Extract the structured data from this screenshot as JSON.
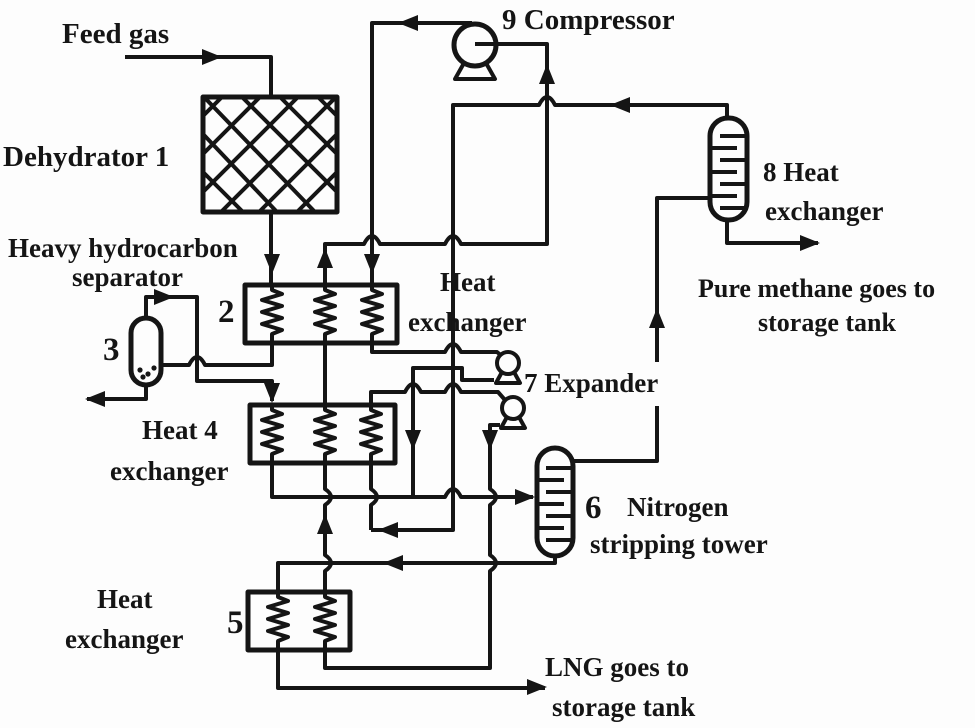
{
  "figure": {
    "type": "process-flow-diagram",
    "subject": "LNG liquefaction with nitrogen stripping"
  },
  "colors": {
    "background": "#fdfdfd",
    "line": "#151515",
    "text": "#151515"
  },
  "labels": {
    "feed_gas": {
      "text": "Feed gas"
    },
    "dehydrator": {
      "text": "Dehydrator 1"
    },
    "compressor": {
      "text": "9 Compressor"
    },
    "hx8_line1": {
      "text": "8 Heat"
    },
    "hx8_line2": {
      "text": "exchanger"
    },
    "separator_line1": {
      "text": "Heavy hydrocarbon"
    },
    "separator_line2": {
      "text": "separator"
    },
    "hx2_number": {
      "text": "2"
    },
    "separator_number": {
      "text": "3"
    },
    "hx_mid_line1": {
      "text": "Heat"
    },
    "hx_mid_line2": {
      "text": "exchanger"
    },
    "hx4_line1": {
      "text": "Heat 4"
    },
    "hx4_line2": {
      "text": "exchanger"
    },
    "expander": {
      "text": "7 Expander"
    },
    "tower_number": {
      "text": "6"
    },
    "tower_line1": {
      "text": "Nitrogen"
    },
    "tower_line2": {
      "text": "stripping tower"
    },
    "hx5_line1": {
      "text": "Heat"
    },
    "hx5_line2": {
      "text": "exchanger"
    },
    "hx5_number": {
      "text": "5"
    },
    "methane_line1": {
      "text": "Pure methane goes to"
    },
    "methane_line2": {
      "text": "storage tank"
    },
    "lng_line1": {
      "text": "LNG goes to"
    },
    "lng_line2": {
      "text": "storage tank"
    }
  },
  "equipment": [
    {
      "number": "1",
      "name": "Dehydrator"
    },
    {
      "number": "2",
      "name": "Heat exchanger"
    },
    {
      "number": "3",
      "name": "Heavy hydrocarbon separator"
    },
    {
      "number": "4",
      "name": "Heat exchanger"
    },
    {
      "number": "5",
      "name": "Heat exchanger"
    },
    {
      "number": "6",
      "name": "Nitrogen stripping tower"
    },
    {
      "number": "7",
      "name": "Expander"
    },
    {
      "number": "8",
      "name": "Heat exchanger"
    },
    {
      "number": "9",
      "name": "Compressor"
    }
  ],
  "streams": {
    "inlet": "Feed gas",
    "gas_product": "Pure methane goes to storage tank",
    "liquid_product": "LNG goes to storage tank"
  }
}
